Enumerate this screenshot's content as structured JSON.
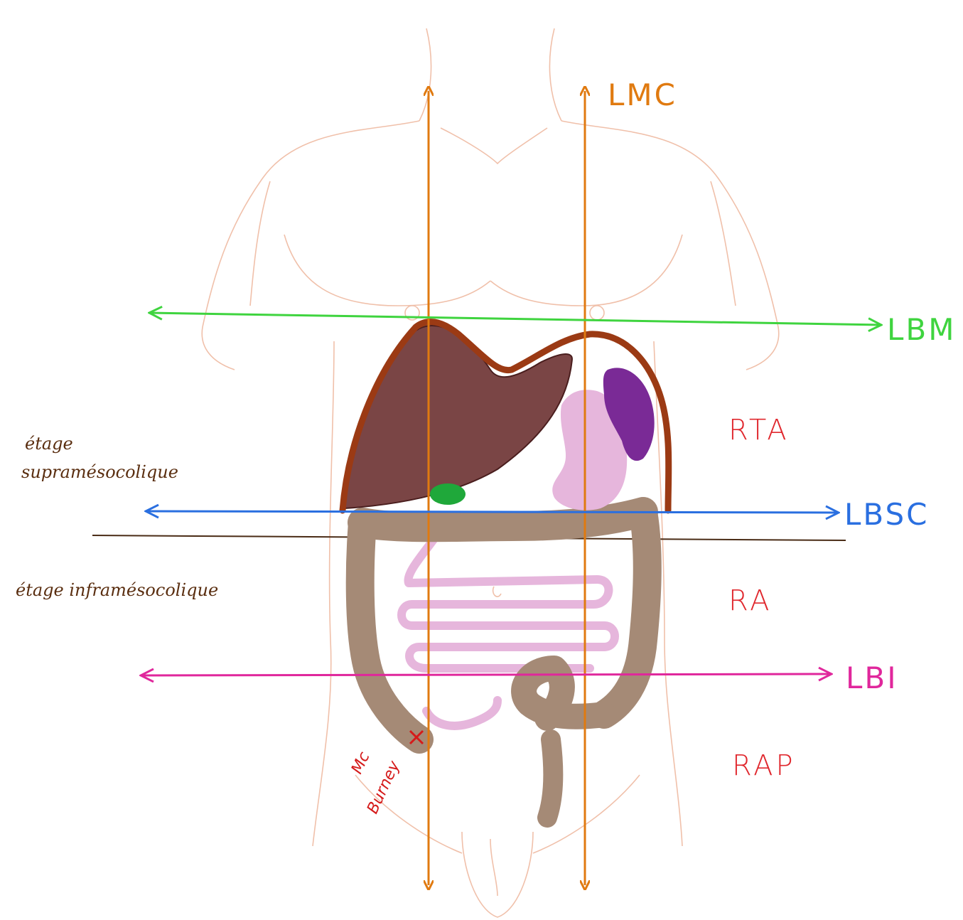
{
  "labels": {
    "lmc": "LMC",
    "lbm": "LBM",
    "lbsc": "LBSC",
    "lbi": "LBI",
    "rta": "RTA",
    "ra": "RA",
    "rap": "RAP",
    "supra_line1": "étage",
    "supra_line2": "supramésocolique",
    "infra": "étage inframésocolique",
    "mcburney_line1": "Mc",
    "mcburney_line2": "Burney"
  },
  "colors": {
    "body_outline": "#f0c0aa",
    "lmc": "#e07a10",
    "lbm": "#3fd43f",
    "lbsc": "#2a6fe0",
    "lbi": "#e0279c",
    "mesocolon": "#4a2c16",
    "region_text": "#e0282e",
    "stage_text": "#5a2e10",
    "mcburney": "#d51a1a",
    "liver": "#7a4545",
    "diaphragm": "#9b3a14",
    "stomach": "#e6b6dc",
    "spleen": "#7a2a96",
    "gallbladder": "#1fa83a",
    "colon": "#a58a76",
    "small_intestine": "#e6b6dc"
  }
}
